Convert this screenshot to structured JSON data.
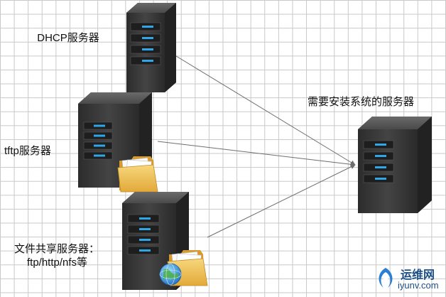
{
  "labels": {
    "dhcp": "DHCP服务器",
    "tftp": "tftp服务器",
    "file_line1": "文件共享服务器：",
    "file_line2": "ftp/http/nfs等",
    "target": "需要安装系统的服务器"
  },
  "watermark": {
    "cn": "运维网",
    "en": "iyunv.com"
  },
  "colors": {
    "server_body": "#3b3b3b",
    "drive_led": "#2fa6e8",
    "folder": "#f2c14e",
    "arrow": "#6e6e6e"
  },
  "icons": [
    "server-icon",
    "folder-icon",
    "globe-icon"
  ]
}
